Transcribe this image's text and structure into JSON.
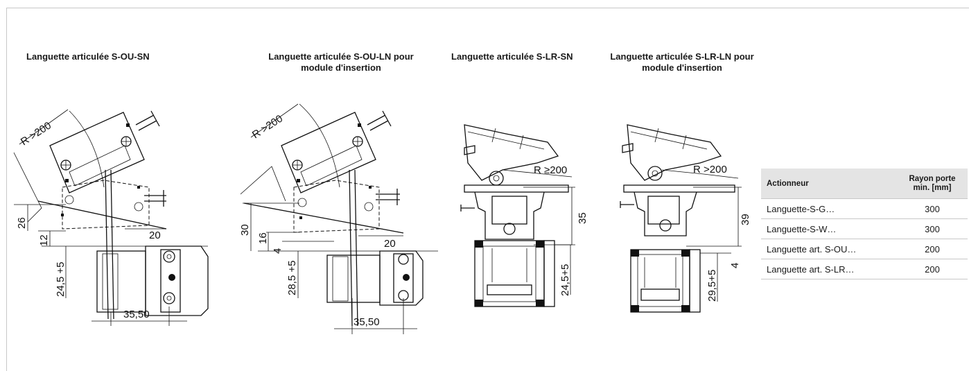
{
  "captions": [
    "Languette articulée S-OU-SN",
    "Languette articulée S-OU-LN pour module d'insertion",
    "Languette articulée S-LR-SN",
    "Languette articulée S-LR-LN pour module d'insertion"
  ],
  "drawings": {
    "d1": {
      "radius": "R >200",
      "dims": [
        "26",
        "12",
        "20",
        "24,5 +5",
        "35,50"
      ]
    },
    "d2": {
      "radius": "R >200",
      "dims": [
        "30",
        "16",
        "4",
        "20",
        "28,5 +5",
        "35,50"
      ]
    },
    "d3": {
      "radius": "R ≥200",
      "dims": [
        "35",
        "24,5+5"
      ]
    },
    "d4": {
      "radius": "R >200",
      "dims": [
        "39",
        "4",
        "29,5+5"
      ]
    }
  },
  "table": {
    "headers": [
      "Actionneur",
      "Rayon porte min. [mm]"
    ],
    "rows": [
      [
        "Languette-S-G…",
        "300"
      ],
      [
        "Languette-S-W…",
        "300"
      ],
      [
        "Languette art. S-OU…",
        "200"
      ],
      [
        "Languette art. S-LR…",
        "200"
      ]
    ]
  }
}
